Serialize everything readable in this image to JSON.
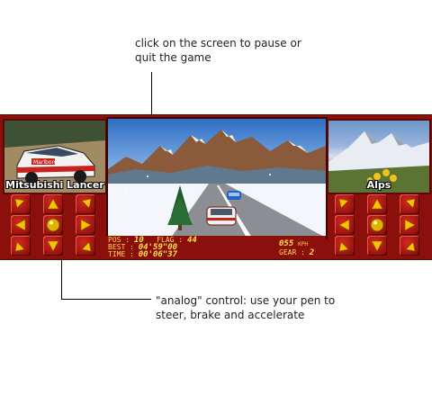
{
  "callouts": {
    "top": "click on the screen to pause or quit the game",
    "bottom": "\"analog\" control: use your pen to steer, brake and accelerate"
  },
  "car_photo": {
    "label": "Mitsubishi Lancer"
  },
  "track_photo": {
    "label": "Alps"
  },
  "hud": {
    "pos_label": "POS :",
    "pos_value": "10",
    "flag_label": "FLAG :",
    "flag_value": "44",
    "best_label": "BEST :",
    "best_value": "04'59\"00",
    "time_label": "TIME :",
    "time_value": "00'06\"37",
    "speed_value": "055",
    "speed_unit": "KPH",
    "gear_label": "GEAR :",
    "gear_value": "2"
  },
  "colors": {
    "panel": "#8b0f0a",
    "button": "#b8190f",
    "arrow": "#f4c400",
    "hud_text": "#ffd84a"
  },
  "controls_left": [
    "up-left-arrow-icon",
    "up-arrow-icon",
    "up-right-arrow-icon",
    "left-arrow-icon",
    "center-ball-icon",
    "right-arrow-icon",
    "down-left-arrow-icon",
    "down-arrow-icon",
    "down-right-arrow-icon"
  ],
  "controls_right": [
    "up-left-arrow-icon",
    "up-arrow-icon",
    "up-right-arrow-icon",
    "left-arrow-icon",
    "center-ball-icon",
    "right-arrow-icon",
    "down-left-arrow-icon",
    "down-arrow-icon",
    "down-right-arrow-icon"
  ]
}
